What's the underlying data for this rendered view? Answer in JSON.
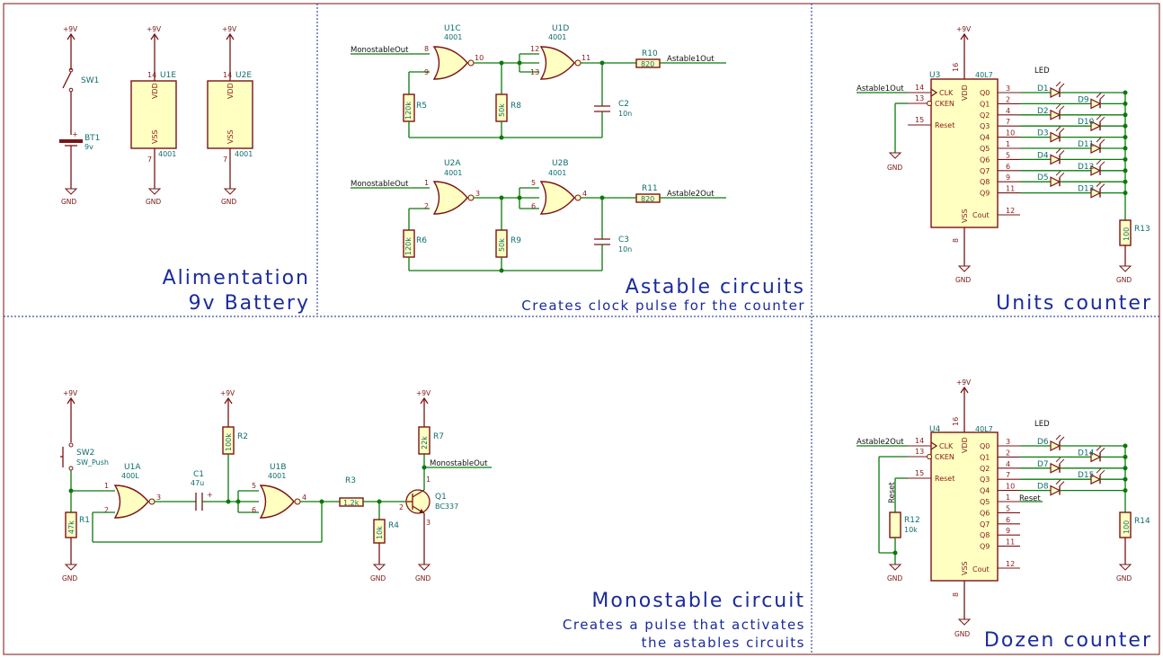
{
  "sections": {
    "alimentation": {
      "title_line1": "Alimentation",
      "title_line2": "9v Battery"
    },
    "astable": {
      "title": "Astable circuits",
      "subtitle": "Creates clock pulse for the counter"
    },
    "units": {
      "title": "Units counter"
    },
    "monostable": {
      "title": "Monostable circuit",
      "subtitle_line1": "Creates a pulse that activates",
      "subtitle_line2": "the astables circuits"
    },
    "dozen": {
      "title": "Dozen counter"
    }
  },
  "power": {
    "vcc": "+9V",
    "gnd": "GND"
  },
  "alim": {
    "sw1": "SW1",
    "bt1": "BT1",
    "bt1_value": "9v",
    "u1e": "U1E",
    "u2e": "U2E",
    "vdd": "VDD",
    "vss": "VSS",
    "ic": "4001",
    "pin14": "14",
    "pin7": "7",
    "plus": "+"
  },
  "astable": {
    "net_mono": "MonostableOut",
    "out1": "Astable1Out",
    "out2": "Astable2Out",
    "u1c": "U1C",
    "u1d": "U1D",
    "u2a": "U2A",
    "u2b": "U2B",
    "ic": "4001",
    "u1c_pins": [
      "8",
      "9",
      "10"
    ],
    "u1d_pins": [
      "12",
      "13",
      "11"
    ],
    "u2a_pins": [
      "1",
      "2",
      "3"
    ],
    "u2b_pins": [
      "5",
      "6",
      "4"
    ],
    "r5": "R5",
    "r5v": "120k",
    "r8": "R8",
    "r8v": "50k",
    "r6": "R6",
    "r6v": "120k",
    "r9": "R9",
    "r9v": "50k",
    "r10": "R10",
    "r10v": "820",
    "r11": "R11",
    "r11v": "820",
    "c2": "C2",
    "c2v": "10n",
    "c3": "C3",
    "c3v": "10n"
  },
  "counter": {
    "u3": "U3",
    "u4": "U4",
    "ic": "40L7",
    "in_units": "Astable1Out",
    "in_dozen": "Astable2Out",
    "clk": "CLK",
    "cken": "CKEN",
    "reset": "Reset",
    "vdd": "VDD",
    "vss": "VSS",
    "cout": "Cout",
    "clk_pin": "14",
    "cken_pin": "13",
    "reset_pin": "15",
    "vdd_pin": "16",
    "vss_pin": "8",
    "cout_pin": "12",
    "outputs": [
      "Q0",
      "Q1",
      "Q2",
      "Q3",
      "Q4",
      "Q5",
      "Q6",
      "Q7",
      "Q8",
      "Q9"
    ],
    "output_pins": [
      "3",
      "2",
      "4",
      "7",
      "10",
      "1",
      "5",
      "6",
      "9",
      "11"
    ],
    "led_label": "LED",
    "units_leds_left": [
      "D1",
      "D2",
      "D3",
      "D4",
      "D5"
    ],
    "units_leds_right": [
      "D9",
      "D10",
      "D11",
      "D12",
      "D13"
    ],
    "dozen_leds_left": [
      "D6",
      "D7",
      "D8"
    ],
    "dozen_leds_right": [
      "D14",
      "D15"
    ],
    "r13": "R13",
    "r13v": "100",
    "r14": "R14",
    "r14v": "100",
    "r12": "R12",
    "r12v": "10k",
    "reset_net": "Reset"
  },
  "mono": {
    "sw2": "SW2",
    "sw2v": "SW_Push",
    "u1a": "U1A",
    "u1b": "U1B",
    "ic_a": "400L",
    "ic_b": "4001",
    "u1a_pins": [
      "1",
      "2",
      "3"
    ],
    "u1b_pins": [
      "5",
      "6",
      "4"
    ],
    "c1": "C1",
    "c1v": "47u",
    "plus": "+",
    "r1": "R1",
    "r1v": "47k",
    "r2": "R2",
    "r2v": "100k",
    "r3": "R3",
    "r3v": "1.2k",
    "r4": "R4",
    "r4v": "10k",
    "r7": "R7",
    "r7v": "22k",
    "q1": "Q1",
    "q1v": "BC337",
    "q1_pins": [
      "1",
      "2",
      "3"
    ],
    "net_out": "MonostableOut"
  }
}
